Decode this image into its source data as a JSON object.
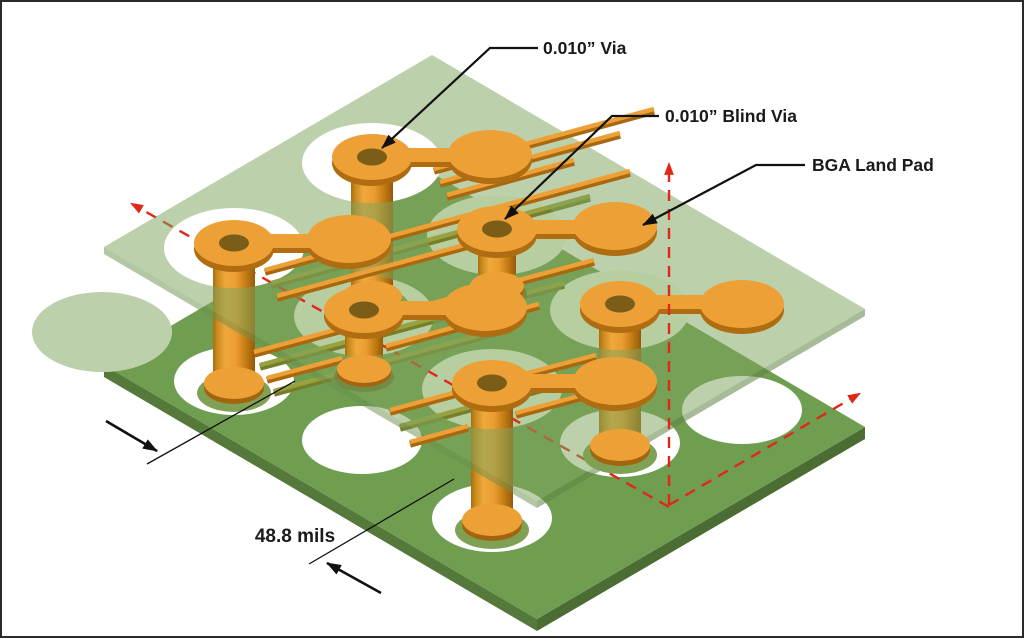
{
  "labels": {
    "via": "0.010” Via",
    "blind_via": "0.010” Blind Via",
    "bga_land_pad": "BGA Land Pad",
    "pitch_dimension": "48.8 mils"
  },
  "colors": {
    "background": "#ffffff",
    "frame": "#2b2b2b",
    "bottom_board_green": "#6f9e51",
    "top_board_green": "#7fa55e",
    "hole_clearance_sage": "#b7cfa0",
    "copper_bright": "#eda036",
    "copper_dark": "#b06c10",
    "inner_layer_trace_olive": "#98a23f",
    "annotation_red": "#e02818",
    "annotation_black": "#111111"
  },
  "structure": {
    "boards": 2,
    "dogbone_fanouts": 6,
    "through_vias": 4,
    "blind_vias": 2,
    "annotation_arrows": 3
  }
}
